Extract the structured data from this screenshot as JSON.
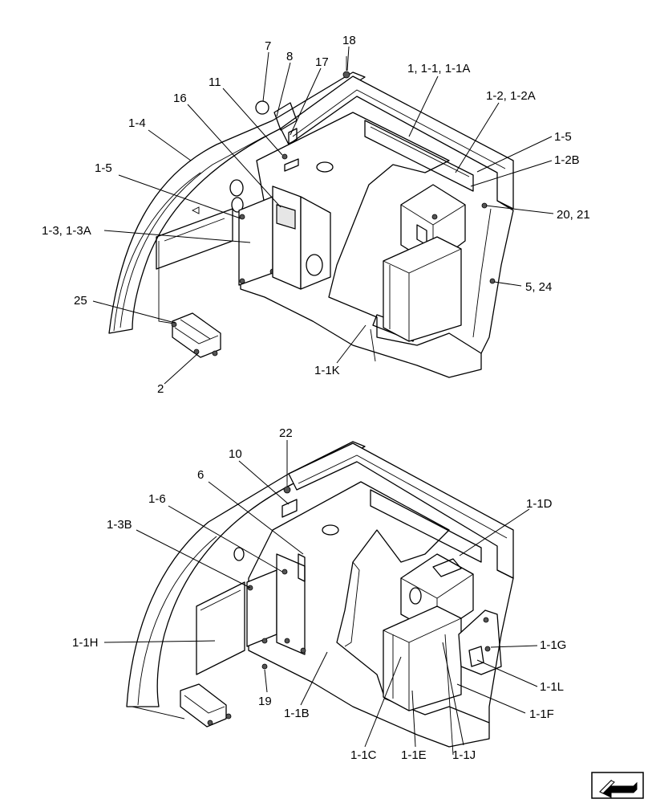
{
  "top_view": {
    "labels": {
      "l7": "7",
      "l8": "8",
      "l18": "18",
      "l17": "17",
      "l11": "11",
      "l16": "16",
      "l1": "1, 1-1, 1-1A",
      "l4": "1-4",
      "l12": "1-2, 1-2A",
      "l15r": "1-5",
      "l12b": "1-2B",
      "l15l": "1-5",
      "l2021": "20, 21",
      "l13": "1-3, 1-3A",
      "l524": "5, 24",
      "l25": "25",
      "l11k": "1-1K",
      "l2": "2"
    }
  },
  "bottom_view": {
    "labels": {
      "l22": "22",
      "l10": "10",
      "l6": "6",
      "l16b": "1-6",
      "l13b": "1-3B",
      "l11d": "1-1D",
      "l11h": "1-1H",
      "l11g": "1-1G",
      "l11l": "1-1L",
      "l19": "19",
      "l11f": "1-1F",
      "l11b": "1-1B",
      "l11c": "1-1C",
      "l11e": "1-1E",
      "l11j": "1-1J"
    }
  },
  "icons": {
    "nav": "arrow-box-icon"
  }
}
